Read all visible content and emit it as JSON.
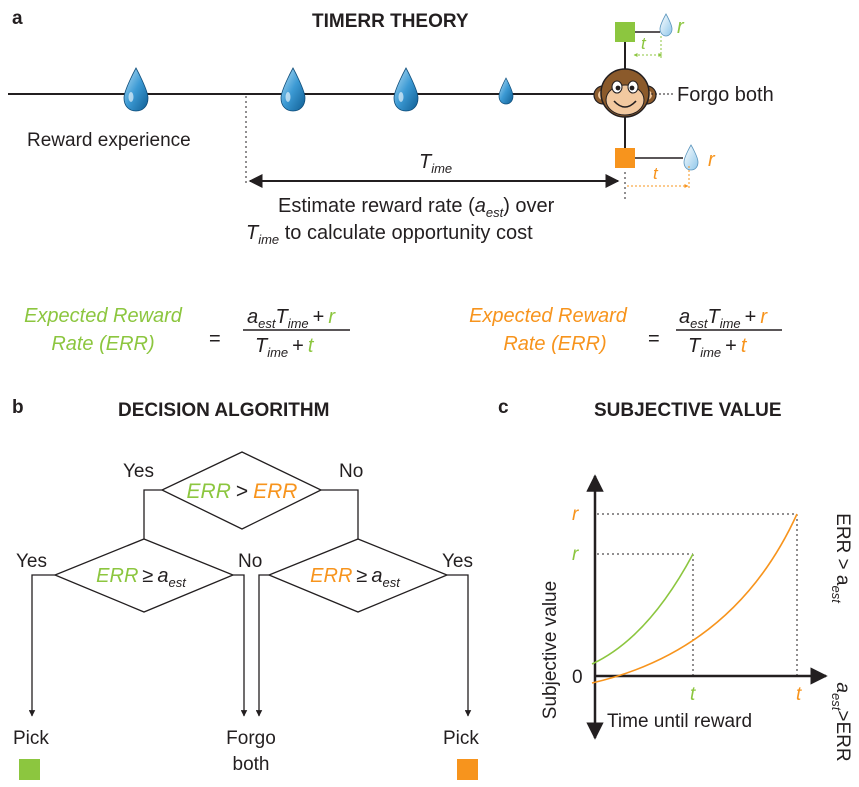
{
  "colors": {
    "green": "#8cc63f",
    "orange": "#f7941d",
    "drop_fill": "#2a8cc8",
    "black": "#231f20"
  },
  "icons": {
    "reward_drop": "water-drop-icon",
    "agent": "monkey-face-icon",
    "green_option": "green-square-icon",
    "orange_option": "orange-square-icon"
  },
  "panel_a": {
    "panel_letter": "a",
    "title": "TIMERR THEORY",
    "reward_experience": "Reward experience",
    "forgo_both": "Forgo both",
    "time_window_symbol": "T",
    "time_window_sub": "ime",
    "estimate_line1_pre": "Estimate reward rate (",
    "a_symbol": "a",
    "est_sub": "est",
    "estimate_line1_post": ") over",
    "estimate_line2_post": " to calculate opportunity cost",
    "reward_symbol": "r",
    "delay_symbol": "t",
    "eq_green": {
      "label_line1": "Expected Reward",
      "label_line2": "Rate (ERR)",
      "equals": "="
    },
    "eq_orange": {
      "label_line1": "Expected Reward",
      "label_line2": "Rate (ERR)",
      "equals": "="
    },
    "plus": "+"
  },
  "panel_b": {
    "panel_letter": "b",
    "title": "DECISION ALGORITHM",
    "top_diamond_left": "ERR",
    "top_diamond_op": ">",
    "top_diamond_right": "ERR",
    "err_label": "ERR",
    "geq": "≥",
    "yes": "Yes",
    "no": "No",
    "pick": "Pick",
    "forgo_line1": "Forgo",
    "forgo_line2": "both"
  },
  "panel_c": {
    "panel_letter": "c",
    "title": "SUBJECTIVE VALUE",
    "ylabel": "Subjective value",
    "xlabel": "Time until reward",
    "zero": "0",
    "r_green": "r",
    "r_orange": "r",
    "t_green": "t",
    "t_orange": "t",
    "right_label_top": "ERR > a",
    "right_label_top_sub": "est",
    "right_label_bottom_a": "a",
    "right_label_bottom_sub": "est",
    "right_label_bottom_rest": ">ERR"
  }
}
